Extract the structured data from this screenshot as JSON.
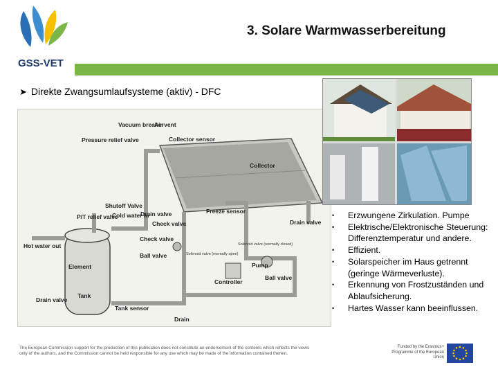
{
  "header": {
    "logo_text": "GSS-VET",
    "title": "3. Solare Warmwasserbereitung"
  },
  "colors": {
    "accent_bar": "#7ab648",
    "flag_blue": "#2346a0",
    "flag_star": "#ffcc00"
  },
  "subtitle": {
    "arrow_icon": "arrow-right-icon",
    "text": "Direkte Zwangsumlaufsysteme (aktiv) - DFC"
  },
  "diagram": {
    "labels": {
      "vacuum_breaker": "Vacuum breaker",
      "air_vent": "Air vent",
      "collector_sensor": "Collector sensor",
      "pressure_relief_valve": "Pressure relief valve",
      "collector": "Collector",
      "shutoff_valve": "Shutoff Valve",
      "pt_relief_valve": "P/T relief valve",
      "cold_water_in": "Cold water in",
      "drain_valve_top": "Drain valve",
      "freeze_sensor": "Freeze sensor",
      "check_valve_top": "Check valve",
      "drain_valve_right": "Drain valve",
      "hot_water_out": "Hot water out",
      "check_valve": "Check valve",
      "solenoid_valve_closed": "Solenoid valve (normally closed)",
      "ball_valve_left": "Ball valve",
      "solenoid_valve_open": "Solenoid valve (normally open)",
      "pump": "Pump",
      "element": "Element",
      "controller": "Controller",
      "ball_valve_right": "Ball valve",
      "tank": "Tank",
      "drain_valve_bottom": "Drain valve",
      "tank_sensor": "Tank sensor",
      "drain": "Drain"
    }
  },
  "bullets": [
    "Erzwungene Zirkulation. Pumpe",
    "Elektrische/Elektronische Steuerung: Differenztemperatur und andere.",
    "Effizient.",
    "Solarspeicher im Haus getrennt (geringe Wärmeverluste).",
    "Erkennung von Frostzuständen und Ablaufsicherung.",
    "Hartes Wasser kann beeinflussen."
  ],
  "footer": {
    "disclaimer": "The European Commission support for the production of this publication does not constitute an endorsement of the contents which reflects the views only of the authors, and the Commission cannot be held responsible for any use which may be made of the information contained therein.",
    "eu_funding": "Funded by the Erasmus+ Programme of the European Union"
  }
}
